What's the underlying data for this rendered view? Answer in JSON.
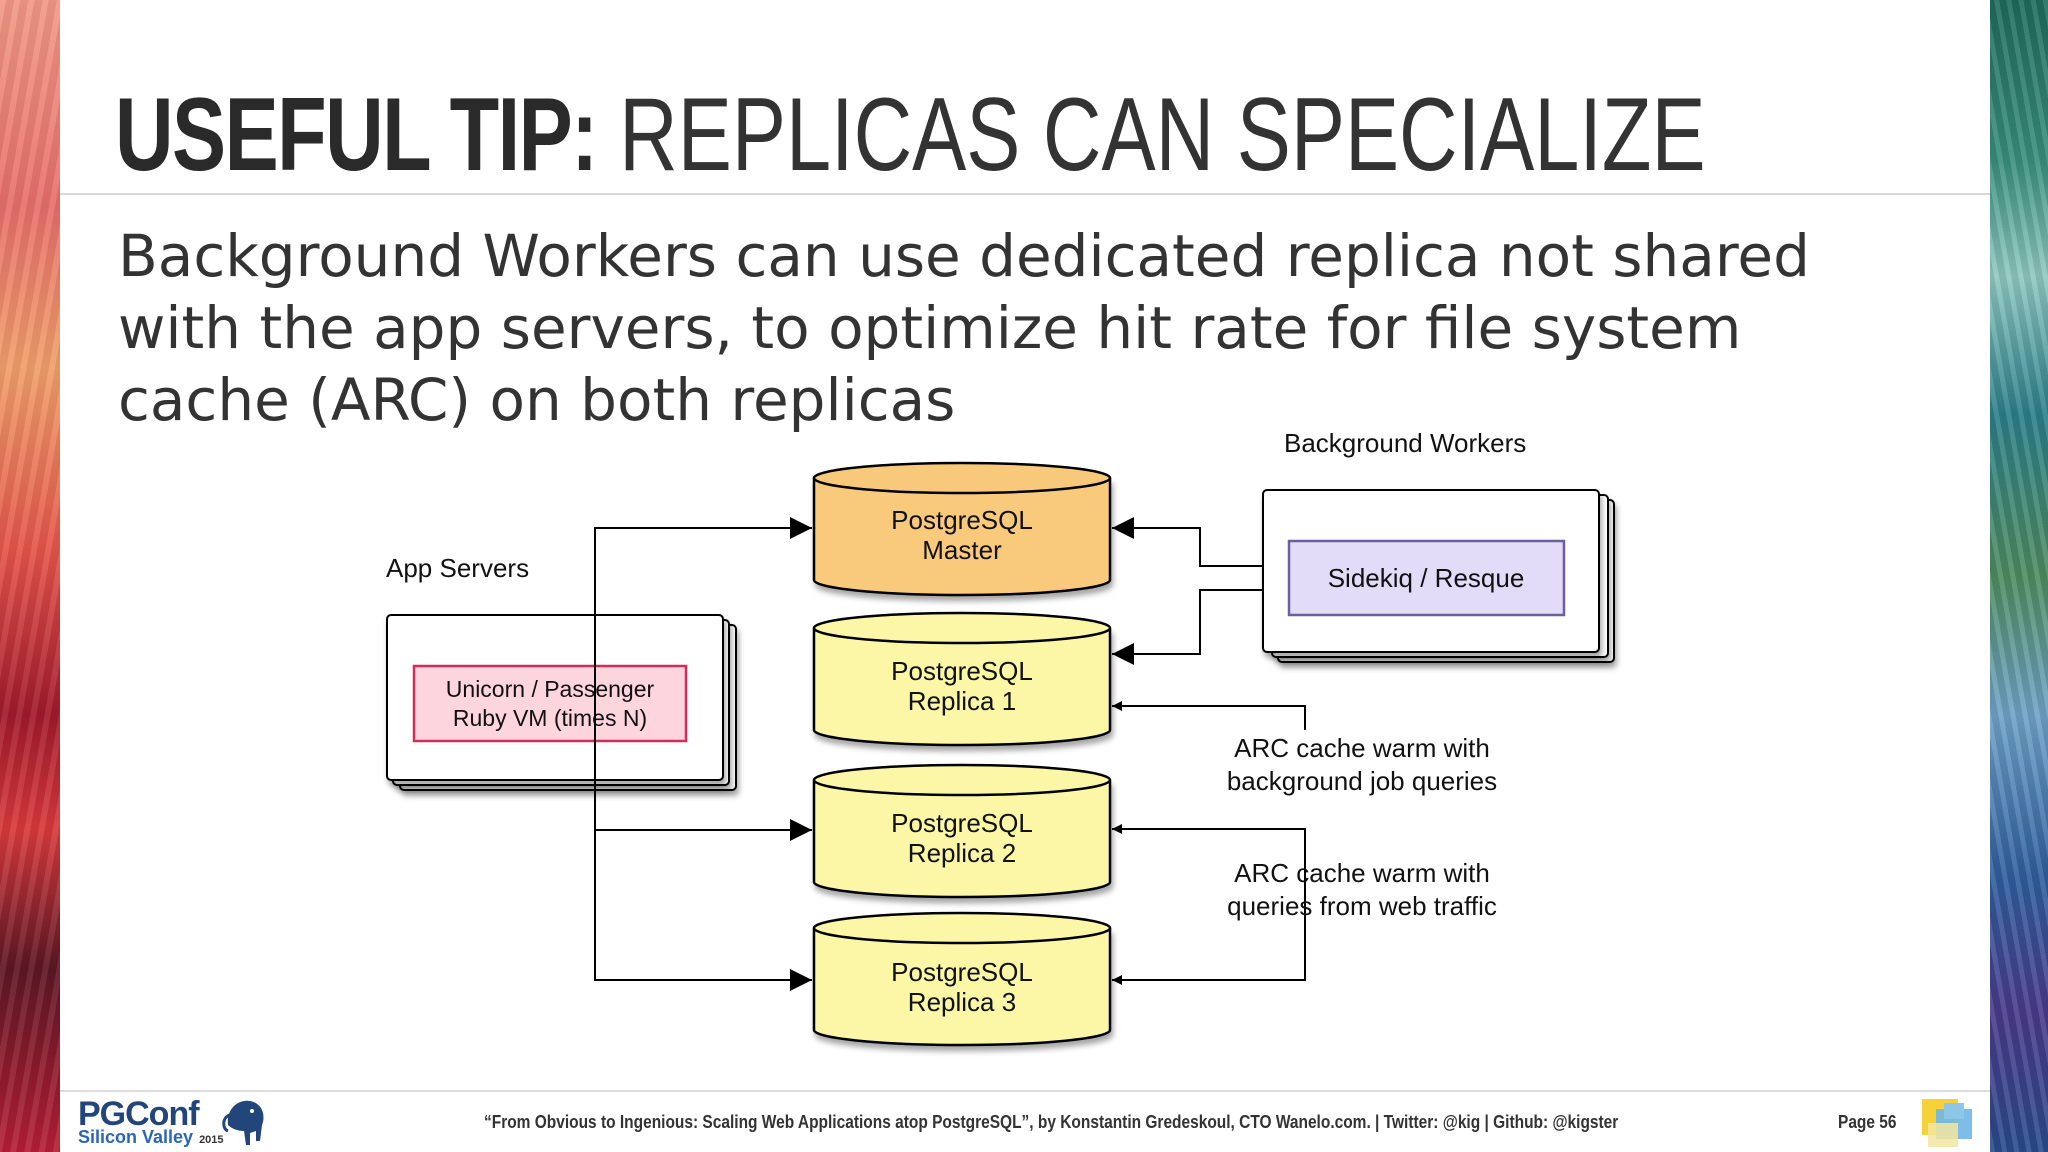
{
  "slide": {
    "title_bold": "USEFUL TIP:",
    "title_light": "REPLICAS CAN SPECIALIZE",
    "body": "Background Workers can use dedicated replica not shared with the app servers, to optimize hit rate for file system cache (ARC) on both replicas"
  },
  "diagram": {
    "app_servers_label": "App Servers",
    "app_box_line1": "Unicorn / Passenger",
    "app_box_line2": "Ruby VM (times N)",
    "background_workers_label": "Background Workers",
    "worker_box": "Sidekiq / Resque",
    "databases": [
      {
        "line1": "PostgreSQL",
        "line2": "Master",
        "fill": "#f9c97b"
      },
      {
        "line1": "PostgreSQL",
        "line2": "Replica 1",
        "fill": "#fbf7a6"
      },
      {
        "line1": "PostgreSQL",
        "line2": "Replica 2",
        "fill": "#fbf7a6"
      },
      {
        "line1": "PostgreSQL",
        "line2": "Replica 3",
        "fill": "#fbf7a6"
      }
    ],
    "note_background": [
      "ARC cache warm with",
      "background job queries"
    ],
    "note_web": [
      "ARC cache warm with",
      "queries from web traffic"
    ],
    "colors": {
      "app_box": "#fcd5dd",
      "app_box_border": "#d22c5c",
      "worker_box": "#e3dcf8",
      "worker_box_border": "#6a5fa0"
    }
  },
  "footer": {
    "logo_main": "PGConf",
    "logo_sub": "Silicon Valley",
    "logo_year": "2015",
    "citation": "“From Obvious to Ingenious: Scaling Web Applications atop PostgreSQL”, by Konstantin Gredeskoul, CTO Wanelo.com. | Twitter: @kig | Github: @kigster",
    "page_label": "Page  56"
  }
}
